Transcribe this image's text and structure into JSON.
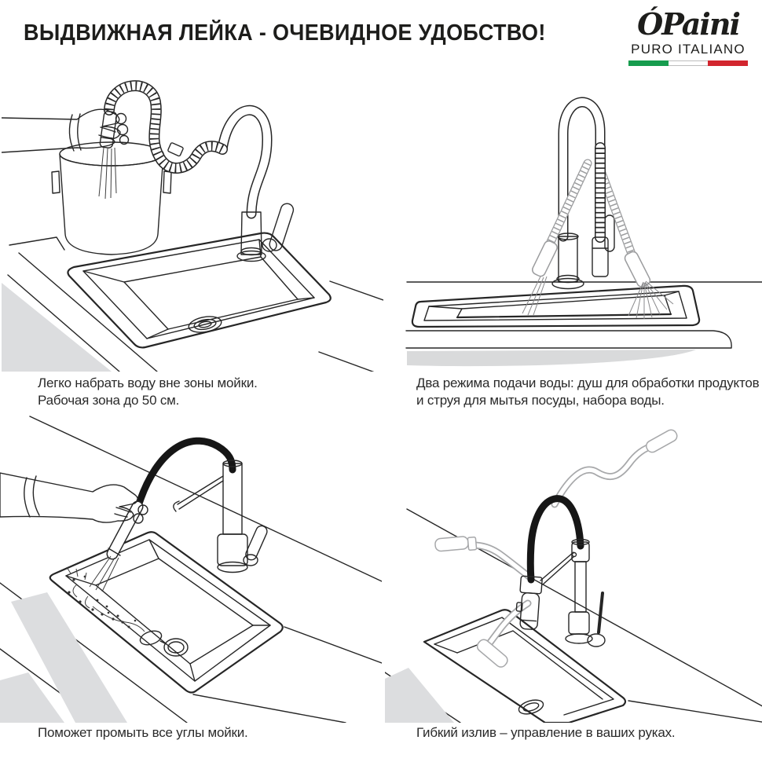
{
  "header": {
    "title": "ВЫДВИЖНАЯ ЛЕЙКА - ОЧЕВИДНОЕ УДОБСТВО!"
  },
  "logo": {
    "mark": "Ó",
    "brand": "Paini",
    "tagline": "PURO ITALIANO",
    "flag": {
      "green": "#169c4e",
      "white": "#ffffff",
      "red": "#d2252e"
    }
  },
  "panels": [
    {
      "name": "fill-pot",
      "caption": [
        "Легко набрать воду вне зоны мойки.",
        "Рабочая зона до 50 см."
      ]
    },
    {
      "name": "two-modes",
      "caption": [
        "Два режима подачи воды: душ для обработки продуктов",
        "и струя для мытья посуды, набора воды."
      ]
    },
    {
      "name": "rinse-corners",
      "caption": [
        "Поможет промыть все углы мойки."
      ]
    },
    {
      "name": "flexible-spout",
      "caption": [
        "Гибкий излив – управление в ваших руках."
      ]
    }
  ],
  "colors": {
    "ink": "#262626",
    "pot_fill": "#d6d7d9",
    "cabinet_fill": "#dcdddf",
    "shade_fill": "#d9dadb",
    "ghost_gray": "#a7a8aa",
    "black_hose": "#161616"
  }
}
